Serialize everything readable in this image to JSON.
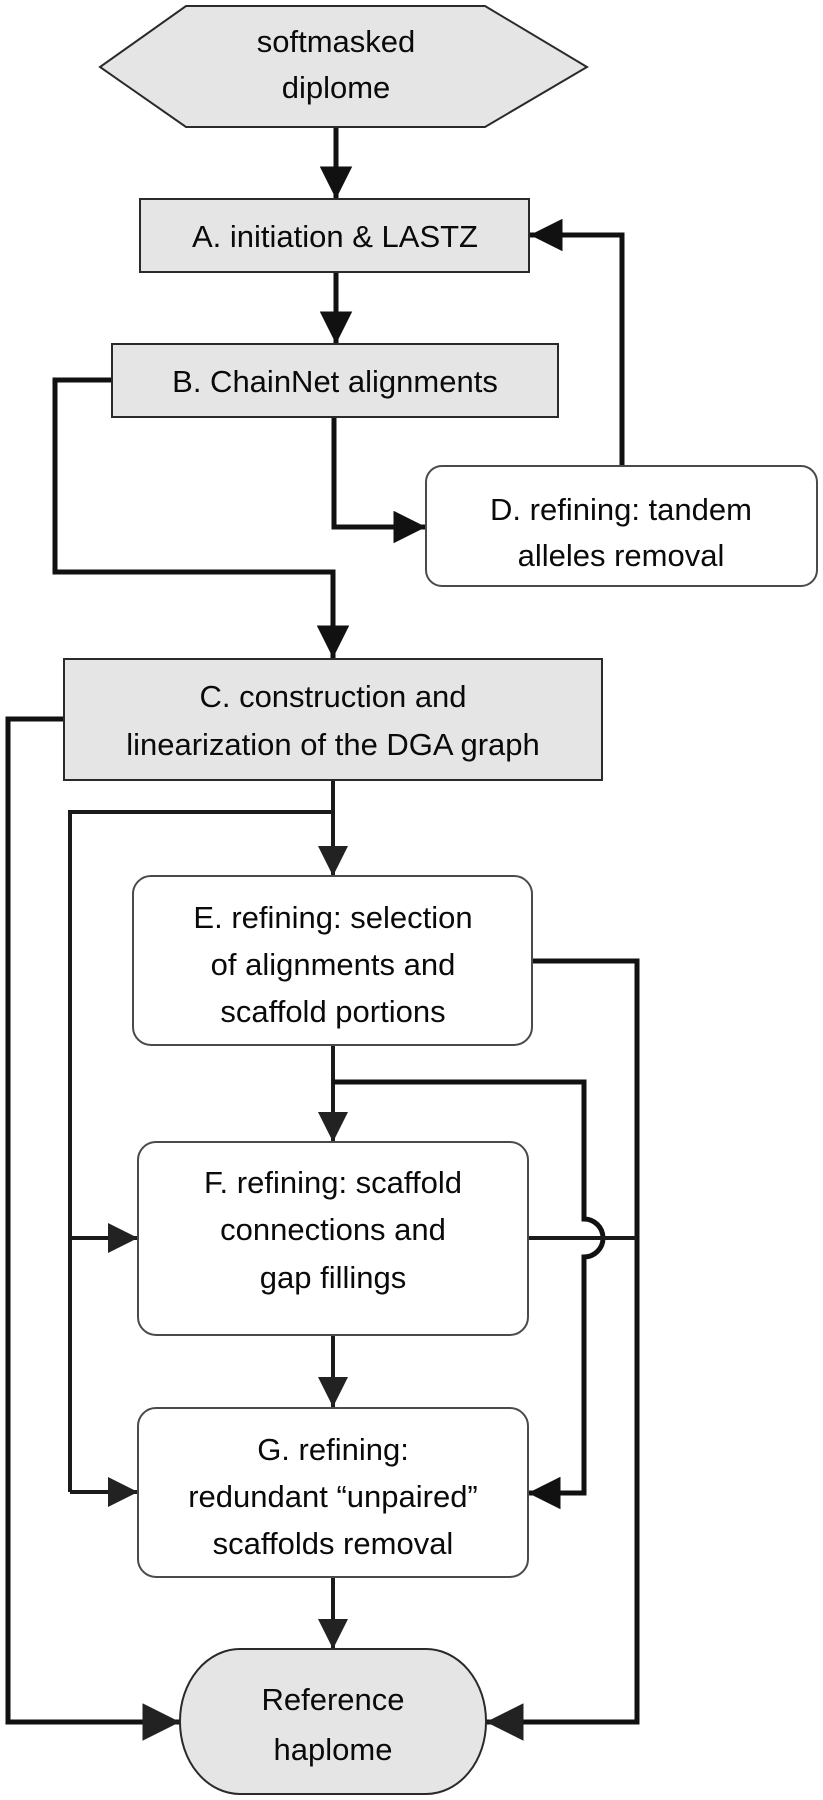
{
  "diagram": {
    "type": "flowchart",
    "nodes": {
      "input": {
        "id": "input",
        "shape": "hexagon",
        "lines": [
          "softmasked",
          "diplome"
        ]
      },
      "A": {
        "id": "A",
        "shape": "rect-filled",
        "lines": [
          "A. initiation & LASTZ"
        ]
      },
      "B": {
        "id": "B",
        "shape": "rect-filled",
        "lines": [
          "B. ChainNet alignments"
        ]
      },
      "C": {
        "id": "C",
        "shape": "rect-filled",
        "lines": [
          "C. construction and",
          "linearization of the DGA graph"
        ]
      },
      "D": {
        "id": "D",
        "shape": "rounded-rect",
        "lines": [
          "D. refining: tandem",
          "alleles removal"
        ]
      },
      "E": {
        "id": "E",
        "shape": "rounded-rect",
        "lines": [
          "E. refining: selection",
          "of alignments and",
          "scaffold portions"
        ]
      },
      "F": {
        "id": "F",
        "shape": "rounded-rect",
        "lines": [
          "F. refining: scaffold",
          "connections and",
          "gap fillings"
        ]
      },
      "G": {
        "id": "G",
        "shape": "rounded-rect",
        "lines": [
          "G. refining:",
          "redundant “unpaired”",
          "scaffolds removal"
        ]
      },
      "output": {
        "id": "output",
        "shape": "stadium",
        "lines": [
          "Reference",
          "haplome"
        ]
      }
    },
    "edges": [
      {
        "from": "input",
        "to": "A"
      },
      {
        "from": "A",
        "to": "B"
      },
      {
        "from": "B",
        "to": "D"
      },
      {
        "from": "D",
        "to": "A"
      },
      {
        "from": "B",
        "to": "C"
      },
      {
        "from": "C",
        "to": "E"
      },
      {
        "from": "C",
        "to": "F"
      },
      {
        "from": "C",
        "to": "G"
      },
      {
        "from": "C",
        "to": "output"
      },
      {
        "from": "E",
        "to": "F"
      },
      {
        "from": "E",
        "to": "G"
      },
      {
        "from": "E",
        "to": "output"
      },
      {
        "from": "F",
        "to": "G"
      },
      {
        "from": "F",
        "to": "output"
      },
      {
        "from": "G",
        "to": "output"
      }
    ],
    "colors": {
      "filled_node": "#e5e5e5",
      "stroke": "#111111",
      "text": "#0a0a0a"
    }
  }
}
